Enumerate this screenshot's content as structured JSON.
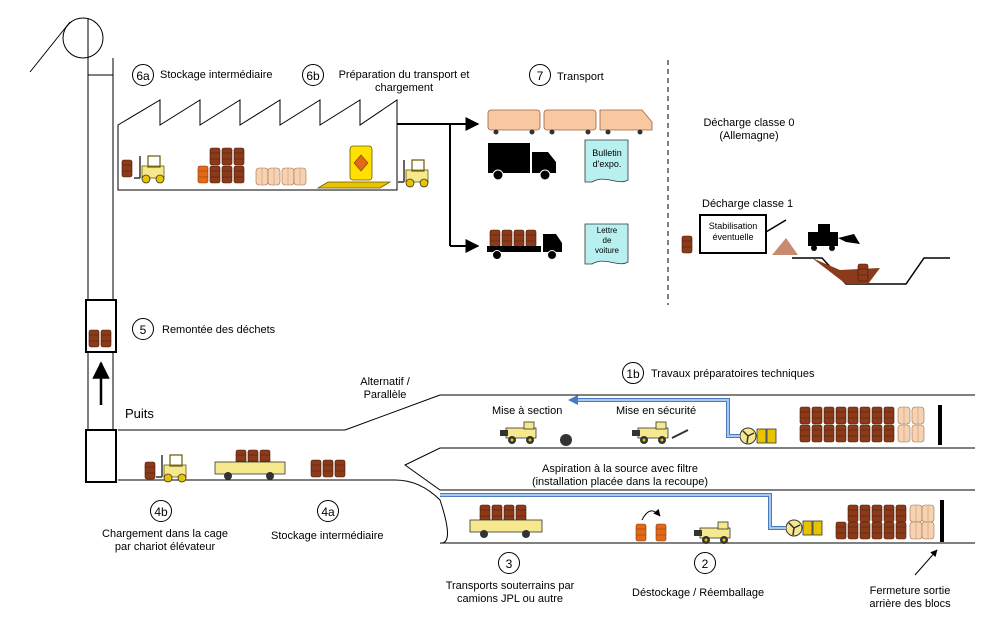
{
  "labels": {
    "step_6a": "6a",
    "step_6a_text": "Stockage intermédiaire",
    "step_6b": "6b",
    "step_6b_line1": "Préparation du transport et",
    "step_6b_line2": "chargement",
    "step_7": "7",
    "step_7_text": "Transport",
    "bulletin_line1": "Bulletin",
    "bulletin_line2": "d'expo.",
    "lettre_line1": "Lettre",
    "lettre_line2": "de",
    "lettre_line3": "voiture",
    "decharge0_line1": "Décharge classe 0",
    "decharge0_line2": "(Allemagne)",
    "decharge1": "Décharge classe 1",
    "stab_line1": "Stabilisation",
    "stab_line2": "éventuelle",
    "step_5": "5",
    "step_5_text": "Remontée des déchets",
    "puits": "Puits",
    "alternatif_line1": "Alternatif /",
    "alternatif_line2": "Parallèle",
    "step_1b": "1b",
    "step_1b_text": "Travaux préparatoires techniques",
    "mise_section": "Mise à section",
    "mise_securite": "Mise en sécurité",
    "aspiration_line1": "Aspiration à la source avec filtre",
    "aspiration_line2": "(installation placée dans la recoupe)",
    "step_4b": "4b",
    "step_4b_line1": "Chargement dans la cage",
    "step_4b_line2": "par chariot élévateur",
    "step_4a": "4a",
    "step_4a_text": "Stockage intermédiaire",
    "step_3": "3",
    "step_3_line1": "Transports souterrains par",
    "step_3_line2": "camions JPL ou autre",
    "step_2": "2",
    "step_2_text": "Déstockage / Réemballage",
    "fermeture_line1": "Fermeture sortie",
    "fermeture_line2": "arrière des blocs"
  },
  "colors": {
    "barrel": "#8b3a1a",
    "barrel_orange": "#e06a1a",
    "bigbag": "#f6d2b0",
    "rail": "#f8c8a0",
    "yellow": "#f6e88c",
    "yellow_dark": "#e8c400",
    "note": "#b8f0f0",
    "duct": "#a8c8ec",
    "duct_edge": "#4a7ac0"
  },
  "icons": [
    "hoist-pulley-icon",
    "forklift-icon",
    "barrel-icon",
    "bigbag-icon",
    "pallet-icon",
    "hazard-drum-icon",
    "train-icon",
    "truck-icon",
    "loader-icon",
    "ventilation-fan-icon",
    "excavator-icon",
    "document-icon"
  ]
}
